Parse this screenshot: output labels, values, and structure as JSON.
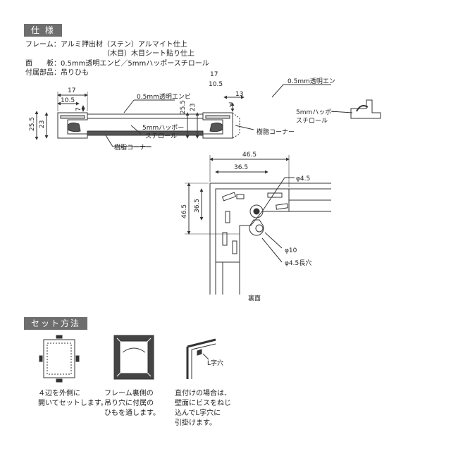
{
  "spec": {
    "heading": "仕 様",
    "frame_label": "フレーム：",
    "frame_line1": "アルミ押出材（ステン）アルマイト仕上",
    "frame_line2": "（木目）木目シート貼り仕上",
    "face_label": "面　　板：",
    "face_value": "0.5mm透明エンビ／5mmハッポースチロール",
    "parts_label": "付属部品：",
    "parts_value": "吊りひも"
  },
  "section": {
    "dim_17": "17",
    "dim_10_5": "10.5",
    "dim_25_5": "25.5",
    "dim_23": "23",
    "dim_7": "7",
    "dim_13": "13",
    "pvc_label": "0.5mm透明エンビ",
    "foam_label_1": "5mmハッポー",
    "foam_label_2": "スチロール",
    "corner_label": "樹脂コーナー",
    "pvc_label_short": "0.5mm透明エン"
  },
  "back_view": {
    "dim_46_5": "46.5",
    "dim_36_5": "36.5",
    "hole_4_5": "φ4.5",
    "hole_10": "φ10",
    "slot_4_5": "φ4.5長穴",
    "caption": "裏面"
  },
  "setup": {
    "heading": "セット方法",
    "step1": "４辺を外側に\n開いてセットします。",
    "step2": "フレーム裏側の\n吊り穴に付属の\nひもを通します。",
    "step3": "直付けの場合は、\n壁面にビスをねじ\n込んでL字穴に\n引掛けます。",
    "l_hole_label": "L字穴"
  }
}
